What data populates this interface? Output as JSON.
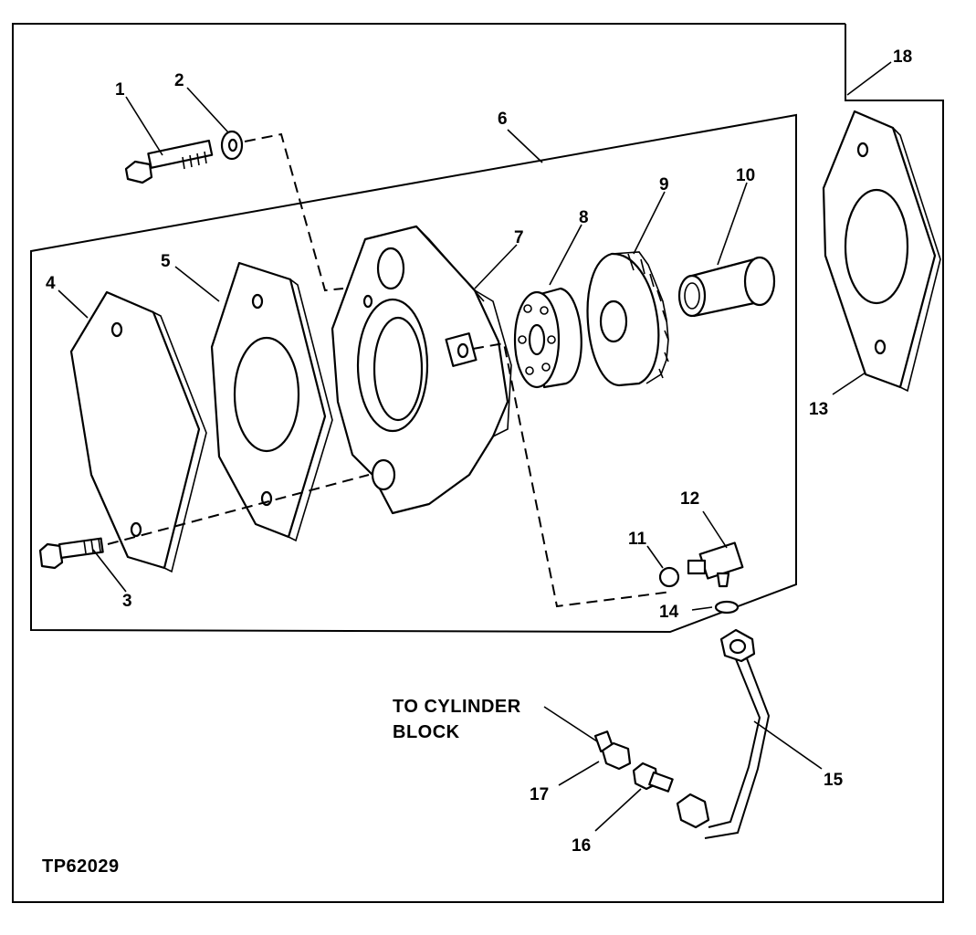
{
  "figure_id": "TP62029",
  "callouts": {
    "c1": "1",
    "c2": "2",
    "c3": "3",
    "c4": "4",
    "c5": "5",
    "c6": "6",
    "c7": "7",
    "c8": "8",
    "c9": "9",
    "c10": "10",
    "c11": "11",
    "c12": "12",
    "c13": "13",
    "c14": "14",
    "c15": "15",
    "c16": "16",
    "c17": "17",
    "c18": "18"
  },
  "annotation": {
    "line1": "TO CYLINDER",
    "line2": "BLOCK"
  }
}
